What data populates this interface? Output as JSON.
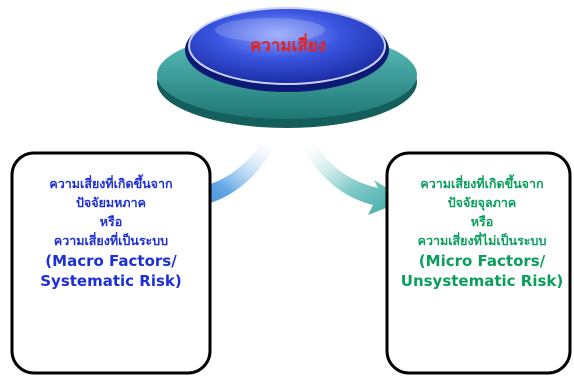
{
  "center": {
    "title": "ความเสี่ยง"
  },
  "left_box": {
    "line1": "ความเสี่ยงที่เกิดขึ้นจาก",
    "line2": "ปัจจัยมหภาค",
    "line3": "หรือ",
    "line4": "ความเสี่ยงที่เป็นระบบ",
    "line5": "(Macro Factors/",
    "line6": "Systematic Risk)"
  },
  "right_box": {
    "line1": "ความเสี่ยงที่เกิดขึ้นจาก",
    "line2": "ปัจจัยจุลภาค",
    "line3": "หรือ",
    "line4": "ความเสี่ยงที่ไม่เป็นระบบ",
    "line5": "(Micro Factors/",
    "line6": "Unsystematic Risk)"
  },
  "colors": {
    "center_text": "#e8211b",
    "left_text": "#1d2fd6",
    "right_text": "#0a9e5c",
    "center_ellipse": "#2b45c8",
    "base_ellipse": "#2a8e8c"
  }
}
